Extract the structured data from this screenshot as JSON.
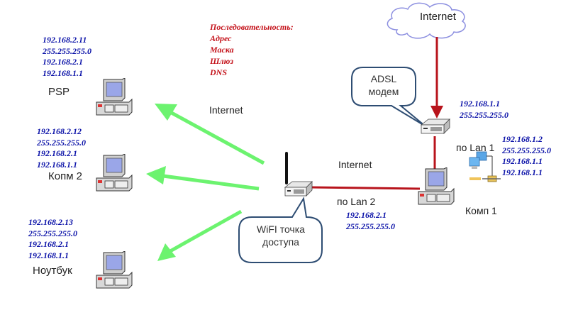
{
  "legend": {
    "title": "Последовательность:",
    "items": [
      "Адрес",
      "Маска",
      "Шлюз",
      "DNS"
    ],
    "color": "#c4121a"
  },
  "cloud": {
    "label": "Internet"
  },
  "adsl_callout": {
    "line1": "ADSL",
    "line2": "модем"
  },
  "adsl_ip": [
    "192.168.1.1",
    "255.255.255.0"
  ],
  "komp1": {
    "label": "Комп 1",
    "lan1_label": "по Lan 1",
    "ip": [
      "192.168.1.2",
      "255.255.255.0",
      "192.168.1.1",
      "192.168.1.1"
    ]
  },
  "wifi_callout": {
    "line1": "WiFI точка",
    "line2": "доступа"
  },
  "lan2": {
    "internet_label": "Internet",
    "lan2_label": "по Lan 2",
    "ip": [
      "192.168.2.1",
      "255.255.255.0"
    ]
  },
  "wireless_internet_label": "Internet",
  "clients": [
    {
      "label": "PSP",
      "ip": [
        "192.168.2.11",
        "255.255.255.0",
        "192.168.2.1",
        "192.168.1.1"
      ]
    },
    {
      "label": "Копм 2",
      "ip": [
        "192.168.2.12",
        "255.255.255.0",
        "192.168.2.1",
        "192.168.1.1"
      ]
    },
    {
      "label": "Ноутбук",
      "ip": [
        "192.168.2.13",
        "255.255.255.0",
        "192.168.2.1",
        "192.168.1.1"
      ]
    }
  ],
  "colors": {
    "ip_text": "#0b12a8",
    "wired_link": "#b8141c",
    "wireless_arrow": "#6cf36f",
    "callout_border": "#2e4d73",
    "cloud_border": "#8c8fe0"
  }
}
